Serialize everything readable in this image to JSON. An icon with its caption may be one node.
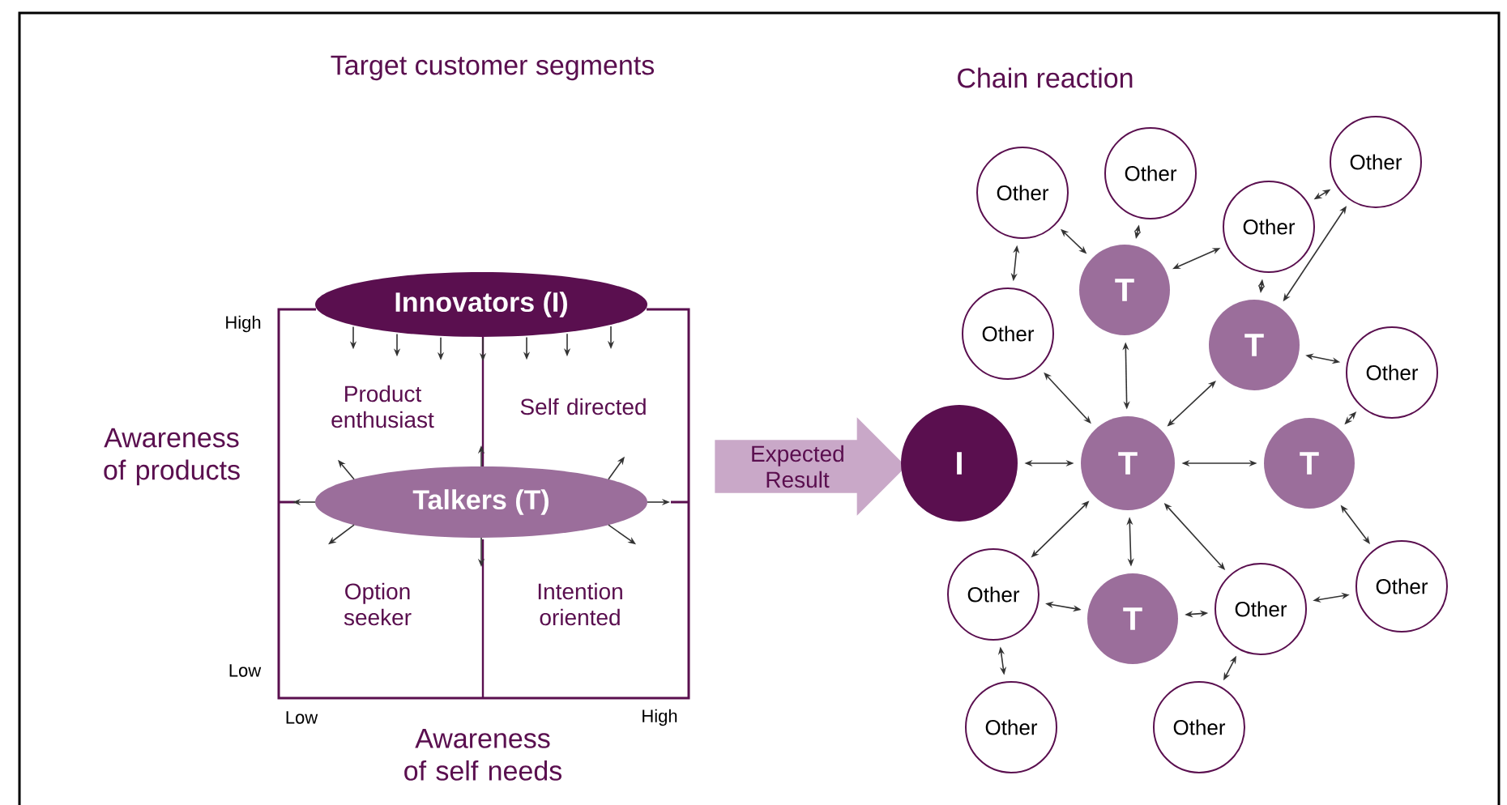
{
  "diagram": {
    "nodes": [
      {
        "text": [
          "Innovators (I)"
        ]
      },
      {
        "text": [
          "Talkers (T)"
        ]
      },
      {
        "text": [
          "Expected Result"
        ]
      },
      {
        "text": [
          "Other"
        ]
      },
      {
        "text": [
          "Other"
        ]
      },
      {
        "text": [
          "Other"
        ]
      },
      {
        "text": [
          "Other"
        ]
      },
      {
        "text": [
          "T"
        ]
      },
      {
        "text": [
          "Other"
        ]
      },
      {
        "text": [
          "T"
        ]
      },
      {
        "text": [
          "Other"
        ]
      },
      {
        "text": [
          "I"
        ]
      },
      {
        "text": [
          "T"
        ]
      },
      {
        "text": [
          "T"
        ]
      },
      {
        "text": [
          "Other"
        ]
      },
      {
        "text": [
          "T"
        ]
      },
      {
        "text": [
          "Other"
        ]
      },
      {
        "text": [
          "Other"
        ]
      },
      {
        "text": [
          "Other"
        ]
      },
      {
        "text": [
          "Other"
        ]
      }
    ],
    "edges": [
      {
        "from": 0,
        "to": null,
        "arrow": "to"
      },
      {
        "from": 0,
        "to": null,
        "arrow": "to"
      },
      {
        "from": 0,
        "to": null,
        "arrow": "to"
      },
      {
        "from": 0,
        "to": null,
        "arrow": "to"
      },
      {
        "from": 0,
        "to": null,
        "arrow": "to"
      },
      {
        "from": 0,
        "to": null,
        "arrow": "to"
      },
      {
        "from": 0,
        "to": null,
        "arrow": "to"
      },
      {
        "from": 1,
        "to": null,
        "arrow": "to"
      },
      {
        "from": 1,
        "to": null,
        "arrow": "to"
      },
      {
        "from": 1,
        "to": null,
        "arrow": "to"
      },
      {
        "from": 1,
        "to": null,
        "arrow": "to"
      },
      {
        "from": 1,
        "to": null,
        "arrow": "to"
      },
      {
        "from": 1,
        "to": null,
        "arrow": "to"
      },
      {
        "from": 1,
        "to": null,
        "arrow": "to"
      },
      {
        "from": 1,
        "to": null,
        "arrow": "to"
      },
      {
        "from": 3,
        "to": 8,
        "arrow": "both"
      },
      {
        "from": 3,
        "to": 7,
        "arrow": "both"
      },
      {
        "from": 4,
        "to": 7,
        "arrow": "both"
      },
      {
        "from": 7,
        "to": 5,
        "arrow": "both"
      },
      {
        "from": 5,
        "to": 6,
        "arrow": "both"
      },
      {
        "from": 5,
        "to": 9,
        "arrow": "both"
      },
      {
        "from": 9,
        "to": 6,
        "arrow": "both"
      },
      {
        "from": 9,
        "to": 10,
        "arrow": "both"
      },
      {
        "from": 8,
        "to": 12,
        "arrow": "both"
      },
      {
        "from": 7,
        "to": 12,
        "arrow": "both"
      },
      {
        "from": 9,
        "to": 12,
        "arrow": "both"
      },
      {
        "from": 11,
        "to": 12,
        "arrow": "both"
      },
      {
        "from": 12,
        "to": 13,
        "arrow": "both"
      },
      {
        "from": 10,
        "to": 13,
        "arrow": "both"
      },
      {
        "from": 13,
        "to": 17,
        "arrow": "both"
      },
      {
        "from": 12,
        "to": 14,
        "arrow": "both"
      },
      {
        "from": 12,
        "to": 15,
        "arrow": "both"
      },
      {
        "from": 12,
        "to": 16,
        "arrow": "both"
      },
      {
        "from": 14,
        "to": 15,
        "arrow": "both"
      },
      {
        "from": 15,
        "to": 16,
        "arrow": "both"
      },
      {
        "from": 16,
        "to": 17,
        "arrow": "both"
      },
      {
        "from": 14,
        "to": 18,
        "arrow": "both"
      },
      {
        "from": 16,
        "to": 19,
        "arrow": "both"
      }
    ],
    "labels": [
      "Target customer segments",
      "Chain reaction",
      "High",
      "Product enthusiast",
      "Self directed",
      "Awareness of products",
      "Option seeker",
      "Intention oriented",
      "Low",
      "Low",
      "Awareness of self needs",
      "High"
    ]
  }
}
